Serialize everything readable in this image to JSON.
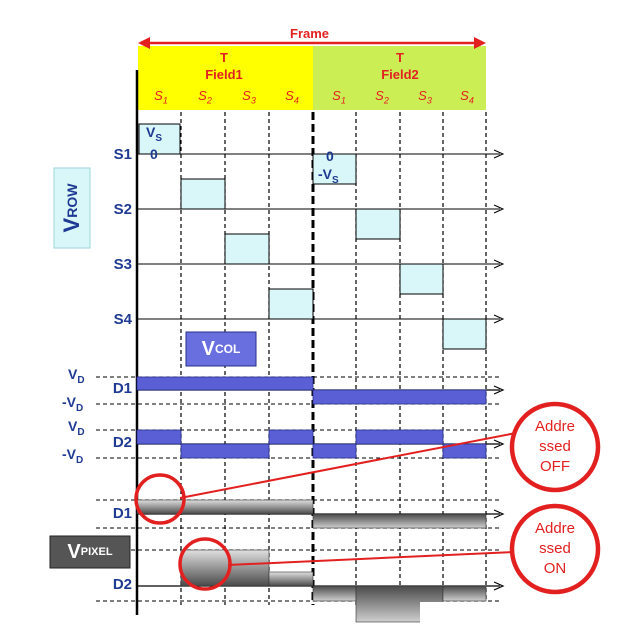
{
  "frame": {
    "label": "Frame"
  },
  "fields": [
    {
      "t": "T",
      "name": "Field1",
      "slots": [
        "S",
        "S",
        "S",
        "S"
      ],
      "subs": [
        "1",
        "2",
        "3",
        "4"
      ]
    },
    {
      "t": "T",
      "name": "Field2",
      "slots": [
        "S",
        "S",
        "S",
        "S"
      ],
      "subs": [
        "1",
        "2",
        "3",
        "4"
      ]
    }
  ],
  "vrow": {
    "label": "V",
    "sub": "ROW"
  },
  "vcol": {
    "label": "V",
    "sub": "COL"
  },
  "vpixel": {
    "label": "V",
    "sub": "PIXEL"
  },
  "row_labels": [
    "S1",
    "S2",
    "S3",
    "S4"
  ],
  "col_labels": [
    "D1",
    "D2"
  ],
  "pixel_labels": [
    "D1",
    "D2"
  ],
  "pulse1": {
    "top": "V",
    "top_sub": "S",
    "bottom": "0"
  },
  "pulse2": {
    "top": "0",
    "bottom": "-V",
    "bottom_sub": "S"
  },
  "volt_labels": {
    "pos": "V",
    "neg": "-V",
    "sub": "D"
  },
  "callouts": [
    {
      "line1": "Addre",
      "line2": "ssed",
      "line3": "OFF"
    },
    {
      "line1": "Addre",
      "line2": "ssed",
      "line3": "ON"
    }
  ],
  "colors": {
    "field1_bg": "#ffff00",
    "field2_bg": "#ccee55",
    "frame_arrow": "#e32020",
    "row_pulse": "#d9f6f9",
    "col_bar": "#5a5fd6",
    "label_blue": "#1f3a93",
    "callout_red": "#e32020"
  }
}
